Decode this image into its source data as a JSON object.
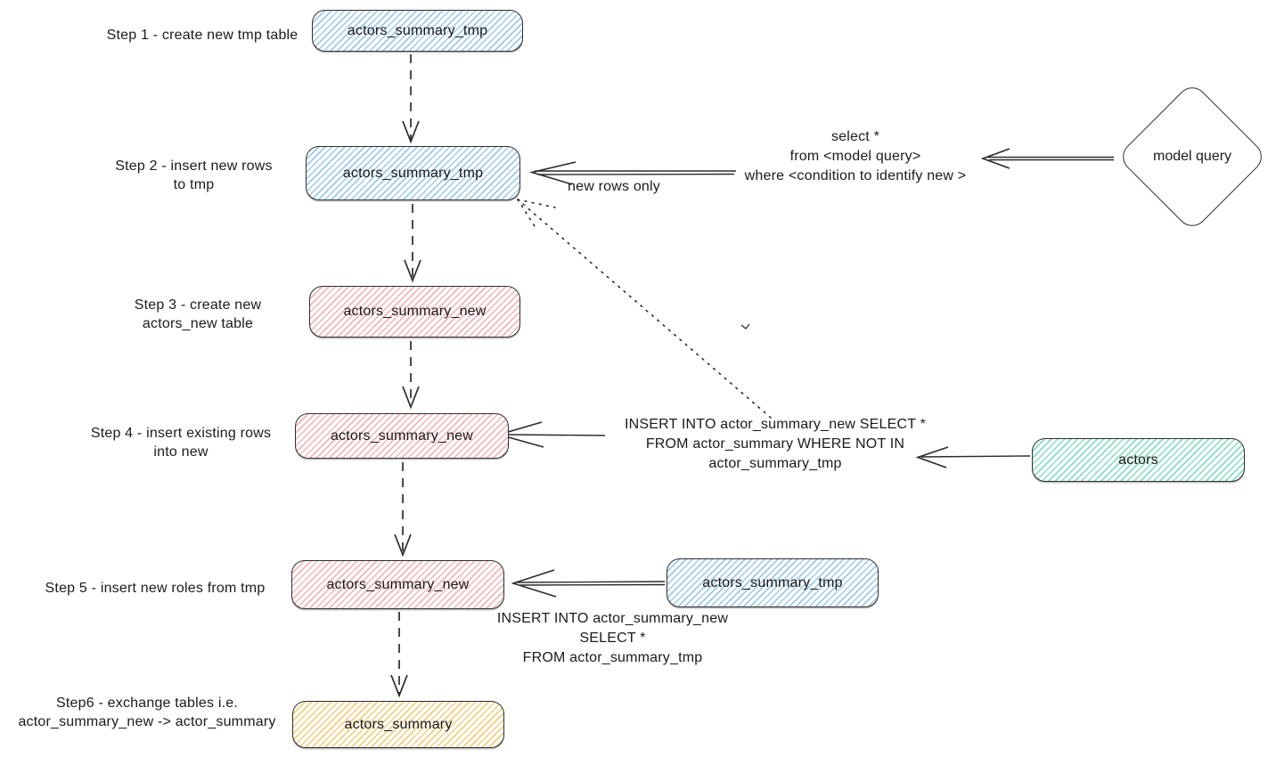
{
  "colors": {
    "blue_fill": "#a5d8ff",
    "red_fill": "#ffc9c9",
    "green_fill": "#96f2d7",
    "yellow_fill": "#ffec99",
    "stroke": "#1e1e1e"
  },
  "steps": [
    {
      "label": "Step 1 - create new tmp table",
      "node": "actors_summary_tmp"
    },
    {
      "label": "Step 2 - insert new rows\nto tmp",
      "node": "actors_summary_tmp"
    },
    {
      "label": "Step 3 - create new\nactors_new table",
      "node": "actors_summary_new"
    },
    {
      "label": "Step 4 - insert existing rows\ninto new",
      "node": "actors_summary_new"
    },
    {
      "label": "Step 5 - insert new roles from tmp",
      "node": "actors_summary_new"
    },
    {
      "label": "Step6 - exchange tables i.e.\nactor_summary_new -> actor_summary",
      "node": "actors_summary"
    }
  ],
  "side_nodes": {
    "model_query": "model query",
    "actors": "actors",
    "actors_summary_tmp": "actors_summary_tmp"
  },
  "annotations": {
    "select_query": "select *\nfrom <model query>\nwhere <condition to identify new >",
    "new_rows_only": "new rows only",
    "insert_existing": "INSERT INTO actor_summary_new SELECT *\nFROM actor_summary WHERE NOT IN\nactor_summary_tmp",
    "insert_from_tmp": "INSERT INTO actor_summary_new\nSELECT *\nFROM actor_summary_tmp"
  }
}
